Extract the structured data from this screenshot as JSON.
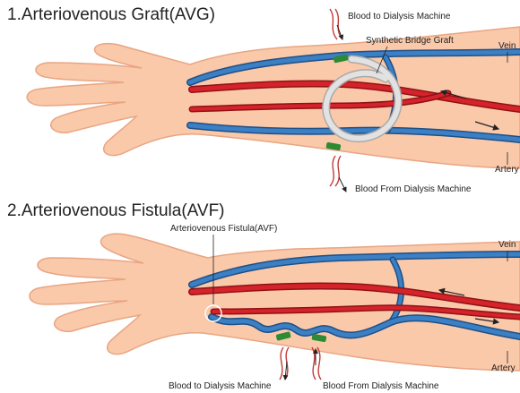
{
  "diagram": {
    "avg": {
      "heading": "1.Arteriovenous Graft(AVG)",
      "labels": {
        "blood_to": "Blood to Dialysis Machine",
        "bridge": "Synthetic Bridge Graft",
        "vein": "Vein",
        "artery": "Artery",
        "blood_from": "Blood From Dialysis Machine"
      }
    },
    "avf": {
      "heading": "2.Arteriovenous Fistula(AVF)",
      "labels": {
        "fistula": "Arteriovenous Fistula(AVF)",
        "vein": "Vein",
        "artery": "Artery",
        "blood_to": "Blood to Dialysis Machine",
        "blood_from": "Blood From Dialysis Machine"
      }
    }
  },
  "colors": {
    "skin": "#f9c9aa",
    "skin_outline": "#e9a582",
    "vein": "#3b7fc4",
    "vein_dark": "#1f4f86",
    "artery": "#d6232a",
    "artery_dark": "#8e1218",
    "graft": "#d8d8d8",
    "needle": "#2e8a34"
  }
}
